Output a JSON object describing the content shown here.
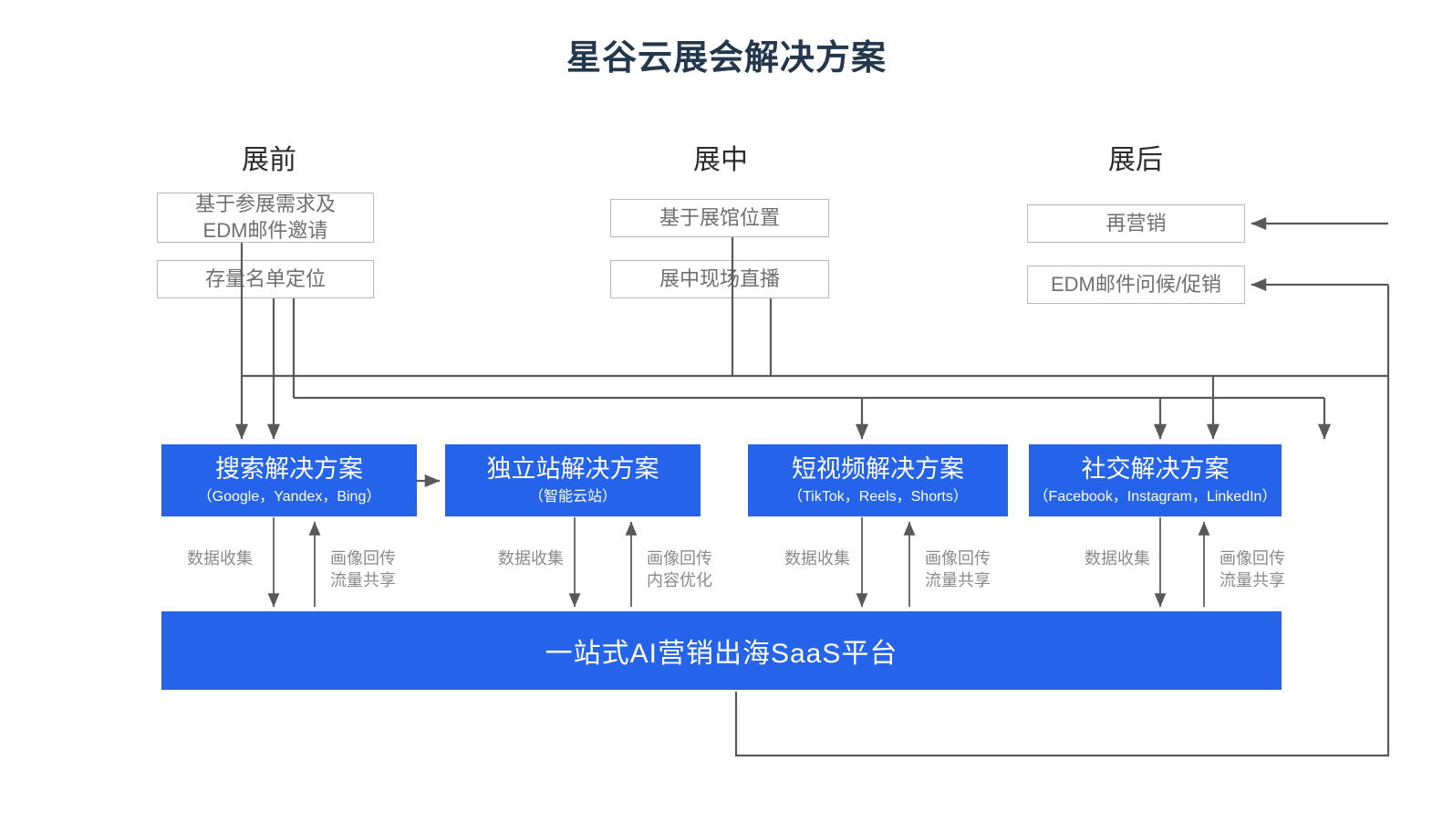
{
  "title": "星谷云展会解决方案",
  "phases": [
    {
      "label": "展前"
    },
    {
      "label": "展中"
    },
    {
      "label": "展后"
    }
  ],
  "stage_boxes": {
    "pre": [
      {
        "line1": "基于参展需求及",
        "line2": "EDM邮件邀请"
      },
      {
        "line1": "存量名单定位",
        "line2": ""
      }
    ],
    "during": [
      {
        "line1": "基于展馆位置",
        "line2": ""
      },
      {
        "line1": "展中现场直播",
        "line2": ""
      }
    ],
    "post": [
      {
        "line1": "再营销",
        "line2": ""
      },
      {
        "line1": "EDM邮件问候/促销",
        "line2": ""
      }
    ]
  },
  "solutions": [
    {
      "name": "搜索解决方案",
      "sub": "（Google，Yandex，Bing）"
    },
    {
      "name": "独立站解决方案",
      "sub": "（智能云站）"
    },
    {
      "name": "短视频解决方案",
      "sub": "（TikTok，Reels，Shorts）"
    },
    {
      "name": "社交解决方案",
      "sub": "（Facebook，Instagram，LinkedIn）"
    }
  ],
  "flow_labels": [
    {
      "down": "数据收集",
      "up_line1": "画像回传",
      "up_line2": "流量共享"
    },
    {
      "down": "数据收集",
      "up_line1": "画像回传",
      "up_line2": "内容优化"
    },
    {
      "down": "数据收集",
      "up_line1": "画像回传",
      "up_line2": "流量共享"
    },
    {
      "down": "数据收集",
      "up_line1": "画像回传",
      "up_line2": "流量共享"
    }
  ],
  "platform": {
    "label": "一站式AI营销出海SaaS平台"
  },
  "colors": {
    "brand_blue": "#2563eb",
    "title_navy": "#23374d",
    "box_border": "#b9b9b9",
    "box_text": "#6f6f6f",
    "wire": "#595959",
    "flow_label": "#8a8a8a"
  }
}
